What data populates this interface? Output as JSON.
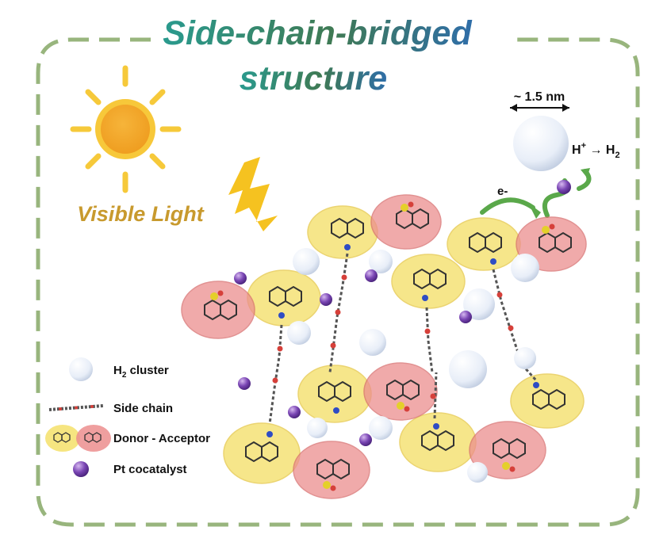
{
  "title": {
    "line1": "Side-chain-bridged",
    "line2": "structure"
  },
  "light_label": "Visible Light",
  "scale": {
    "size_label": "~ 1.5 nm",
    "reaction_main": "H",
    "reaction_sup": "+",
    "reaction_arrow": " → H",
    "reaction_sub": "2"
  },
  "electron_label": "e-",
  "legend": {
    "items": [
      {
        "label_main": "H",
        "label_sub": "2",
        "label_rest": " cluster",
        "icon": "h2-cluster-icon"
      },
      {
        "label_main": "Side chain",
        "label_sub": "",
        "label_rest": "",
        "icon": "side-chain-icon"
      },
      {
        "label_main": "Donor - Acceptor",
        "label_sub": "",
        "label_rest": "",
        "icon": "donor-acceptor-icon"
      },
      {
        "label_main": "Pt cocatalyst",
        "label_sub": "",
        "label_rest": "",
        "icon": "pt-cocatalyst-icon"
      }
    ]
  },
  "colors": {
    "frame": "#86a866",
    "donor": "#f4e06a",
    "acceptor": "#ec8e8e",
    "pt": "#6a3a9c",
    "sun": "#f2a623",
    "light_text": "#c89a2e",
    "arrow_green": "#5aa84a"
  }
}
